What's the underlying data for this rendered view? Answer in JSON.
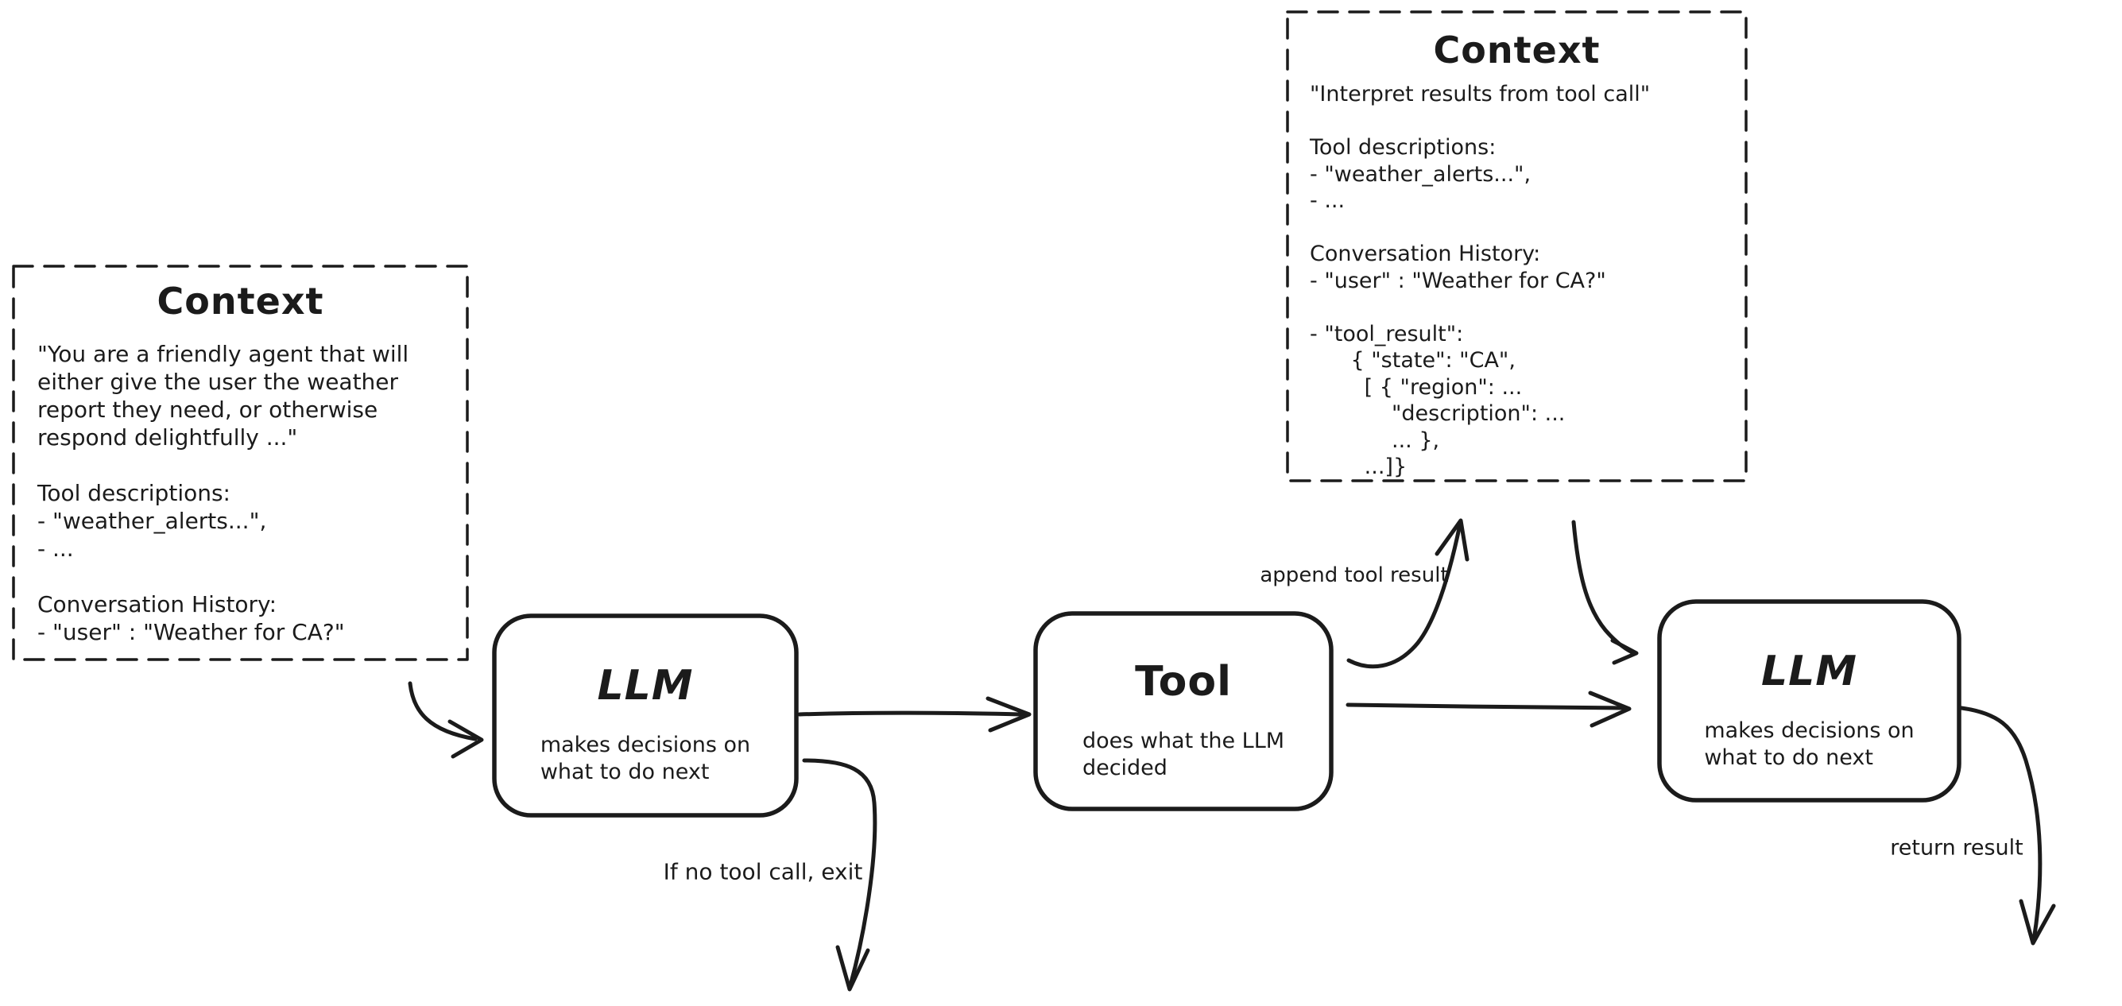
{
  "diagram": {
    "context_box_1": {
      "title": "Context",
      "body": "\"You are a friendly agent that will\neither give the user the weather\nreport they need, or otherwise\nrespond delightfully ...\"\n\nTool descriptions:\n- \"weather_alerts...\",\n- ...\n\nConversation History:\n- \"user\" : \"Weather for CA?\""
    },
    "context_box_2": {
      "title": "Context",
      "body": "\"Interpret results from tool call\"\n\nTool descriptions:\n- \"weather_alerts...\",\n- ...\n\nConversation History:\n- \"user\" : \"Weather for CA?\"\n\n- \"tool_result\":\n      { \"state\": \"CA\",\n        [ { \"region\": ...\n            \"description\": ...\n            ... },\n        ...]}"
    },
    "llm_node_1": {
      "title": "LLM",
      "subtitle": "makes decisions on\nwhat to do next"
    },
    "tool_node": {
      "title": "Tool",
      "subtitle": "does what the LLM\ndecided"
    },
    "llm_node_2": {
      "title": "LLM",
      "subtitle": "makes decisions on\nwhat to do next"
    },
    "edge_labels": {
      "append_tool_result": "append tool result",
      "no_tool_call": "If no tool call, exit",
      "return_result": "return result"
    },
    "colors": {
      "ink": "#1b1b1b",
      "background": "#ffffff"
    }
  }
}
